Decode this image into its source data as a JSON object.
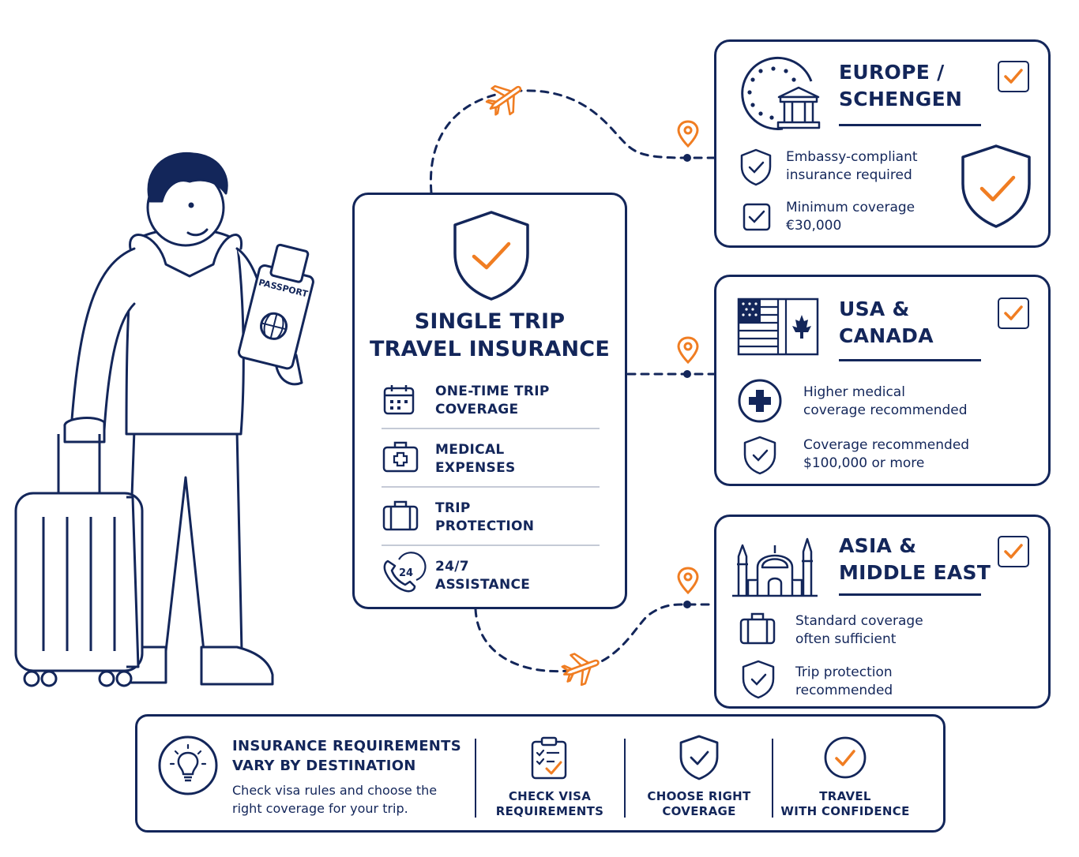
{
  "colors": {
    "navy": "#13265a",
    "accent": "#f07d22",
    "divider": "#c5cad6"
  },
  "traveler": {
    "passport_label": "PASSPORT"
  },
  "center_card": {
    "title_line1": "SINGLE TRIP",
    "title_line2": "TRAVEL INSURANCE",
    "features": [
      {
        "icon": "calendar-icon",
        "line1": "ONE-TIME TRIP",
        "line2": "COVERAGE"
      },
      {
        "icon": "first-aid-kit-icon",
        "line1": "MEDICAL",
        "line2": "EXPENSES"
      },
      {
        "icon": "briefcase-icon",
        "line1": "TRIP",
        "line2": "PROTECTION"
      },
      {
        "icon": "phone-24-icon",
        "line1": "24/7",
        "line2": "ASSISTANCE"
      }
    ]
  },
  "regions": [
    {
      "title_line1": "EUROPE /",
      "title_line2": "SCHENGEN",
      "icon": "eu-stars-bank-icon",
      "items": [
        {
          "icon": "shield-check-icon",
          "line1": "Embassy-compliant",
          "line2": "insurance required"
        },
        {
          "icon": "checkbox-icon",
          "line1": "Minimum coverage",
          "line2": "€30,000"
        }
      ]
    },
    {
      "title_line1": "USA &",
      "title_line2": "CANADA",
      "icon": "usa-canada-flags-icon",
      "items": [
        {
          "icon": "medical-cross-icon",
          "line1": "Higher medical",
          "line2": "coverage recommended"
        },
        {
          "icon": "shield-check-icon",
          "line1": "Coverage recommended",
          "line2": "$100,000 or more"
        }
      ]
    },
    {
      "title_line1": "ASIA &",
      "title_line2": "MIDDLE EAST",
      "icon": "mosque-icon",
      "items": [
        {
          "icon": "briefcase-icon",
          "line1": "Standard coverage",
          "line2": "often sufficient"
        },
        {
          "icon": "shield-check-icon",
          "line1": "Trip protection",
          "line2": "recommended"
        }
      ]
    }
  ],
  "footer": {
    "heading_line1": "INSURANCE REQUIREMENTS",
    "heading_line2": "VARY BY DESTINATION",
    "text_line1": "Check visa rules and choose the",
    "text_line2": "right coverage for your trip.",
    "steps": [
      {
        "icon": "clipboard-check-icon",
        "line1": "CHECK VISA",
        "line2": "REQUIREMENTS"
      },
      {
        "icon": "shield-check-icon",
        "line1": "CHOOSE RIGHT",
        "line2": "COVERAGE"
      },
      {
        "icon": "circle-check-icon",
        "line1": "TRAVEL",
        "line2": "WITH CONFIDENCE"
      }
    ]
  }
}
